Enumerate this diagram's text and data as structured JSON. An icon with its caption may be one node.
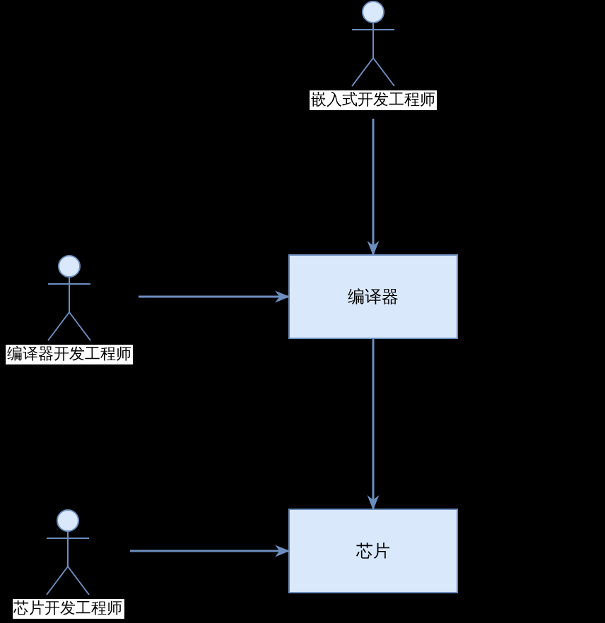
{
  "diagram": {
    "nodes": [
      {
        "text": [
          "嵌入式开发工程师"
        ]
      },
      {
        "text": [
          "编译器开发工程师"
        ]
      },
      {
        "text": [
          "编译器"
        ]
      },
      {
        "text": [
          "芯片开发工程师"
        ]
      },
      {
        "text": [
          "芯片"
        ]
      }
    ],
    "edges": [
      {
        "from": 0,
        "to": 2,
        "arrow": "to"
      },
      {
        "from": 1,
        "to": 2,
        "arrow": "to"
      },
      {
        "from": 2,
        "to": 4,
        "arrow": "to"
      },
      {
        "from": 3,
        "to": 4,
        "arrow": "to"
      }
    ]
  }
}
